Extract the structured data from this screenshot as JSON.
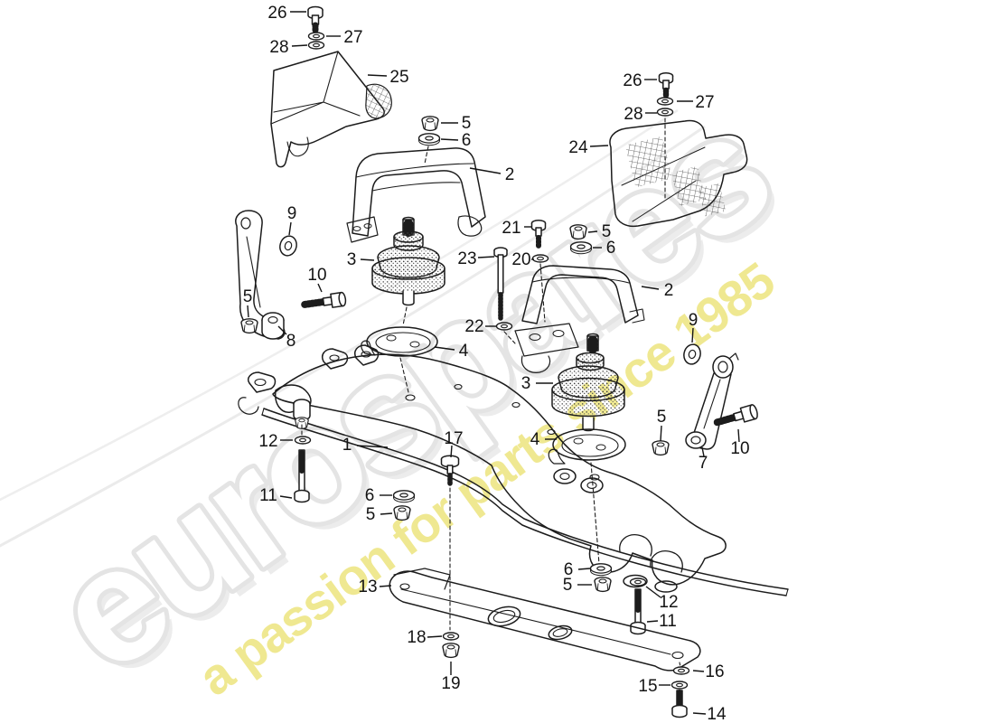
{
  "watermark": {
    "brand": "eurospares",
    "tagline": "a passion for parts since 1985",
    "brand_fill": "#ffffff",
    "brand_outline": "#e4e4e4",
    "shadow_color": "#ececec",
    "tagline_color": "#efe78c"
  },
  "drawing": {
    "line_color": "#1c1c1c",
    "background": "#ffffff"
  },
  "callouts": [
    "26",
    "27",
    "28",
    "25",
    "5",
    "6",
    "2",
    "9",
    "10",
    "5",
    "8",
    "3",
    "4",
    "26",
    "27",
    "28",
    "24",
    "5",
    "6",
    "21",
    "20",
    "23",
    "22",
    "2",
    "9",
    "7",
    "10",
    "5",
    "3",
    "4",
    "1",
    "17",
    "12",
    "11",
    "6",
    "5",
    "6",
    "5",
    "12",
    "11",
    "13",
    "18",
    "19",
    "16",
    "15",
    "14"
  ]
}
